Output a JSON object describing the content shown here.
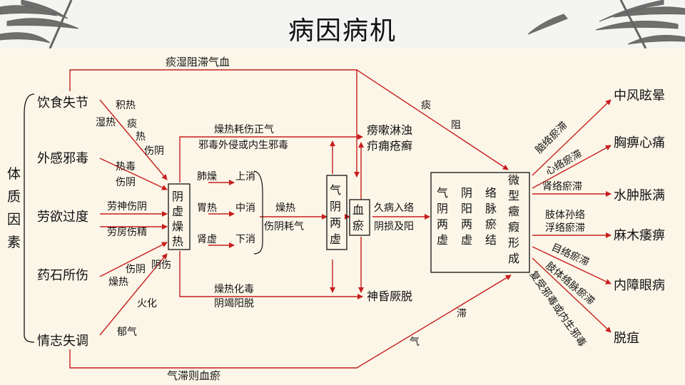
{
  "title": "病因病机",
  "colors": {
    "arrow": "#c81e1e",
    "text": "#111111",
    "panel": "#fbf6e8"
  },
  "factors_label": "体质因素",
  "causes": [
    "饮食失节",
    "外感邪毒",
    "劳欲过度",
    "药石所伤",
    "情志失调"
  ],
  "routes": {
    "top": "痰湿阻滞气血",
    "bottom": "气滞则血瘀",
    "diet_a": "积热",
    "diet_b": "湿热",
    "diet_c": "痰",
    "diet_d": "热",
    "diet_e": "伤阴",
    "external_a": "热毒",
    "external_b": "伤阴",
    "overwork_a": "劳神伤阴",
    "overwork_b": "劳房伤精",
    "drug_a": "燥热",
    "drug_b": "伤阴",
    "emotion_a": "阴伤",
    "emotion_b": "火化",
    "emotion_c": "郁气",
    "phlegm_a": "痰",
    "phlegm_b": "阻",
    "qi_a": "滞",
    "qi_b": "气"
  },
  "core": {
    "box1": "阴虚燥热",
    "organs": [
      "肺燥",
      "胃热",
      "肾虚"
    ],
    "thirst": [
      "上消",
      "中消",
      "下消"
    ],
    "mid_a": "燥热",
    "mid_b": "伤阴耗气",
    "upper_a": "燥热耗伤正气",
    "upper_b": "邪毒外侵或内生邪毒",
    "lower_a": "燥热化毒",
    "lower_b": "阴竭阳脱",
    "box2": "气阴两虚",
    "box3": "血瘀",
    "chronic_a": "久病入络",
    "chronic_b": "阴损及阳",
    "box4_cols": [
      "气阴两虚",
      "阴阳两虚",
      "络脉瘀结"
    ],
    "box4_right": "微型癥瘕形成"
  },
  "side_outcomes": {
    "upper_a": "痨嗽淋浊",
    "upper_b": "疖痈疮癣",
    "lower": "神昏厥脱"
  },
  "complication_paths": [
    "脑络瘀滞",
    "心络瘀滞",
    "肾络瘀滞",
    "肢体孙络",
    "浮络瘀滞",
    "目络瘀滞",
    "肢体络脉瘀滞",
    "复受邪毒或内生邪毒"
  ],
  "outcomes": [
    "中风眩晕",
    "胸痹心痛",
    "水肿胀满",
    "麻木痿痹",
    "内障眼病",
    "脱疽"
  ]
}
